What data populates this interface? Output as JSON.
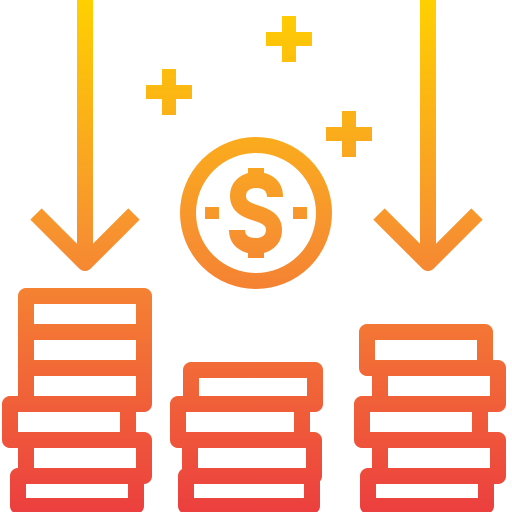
{
  "icon": {
    "name": "coins-income-icon",
    "gradient_top": "#ffd000",
    "gradient_mid": "#f7932f",
    "gradient_bottom": "#ec3f3f",
    "parts": [
      "arrow-down-left",
      "arrow-down-right",
      "sparkle-plus",
      "dollar-coin",
      "coin-stack-left",
      "coin-stack-middle",
      "coin-stack-right"
    ]
  }
}
